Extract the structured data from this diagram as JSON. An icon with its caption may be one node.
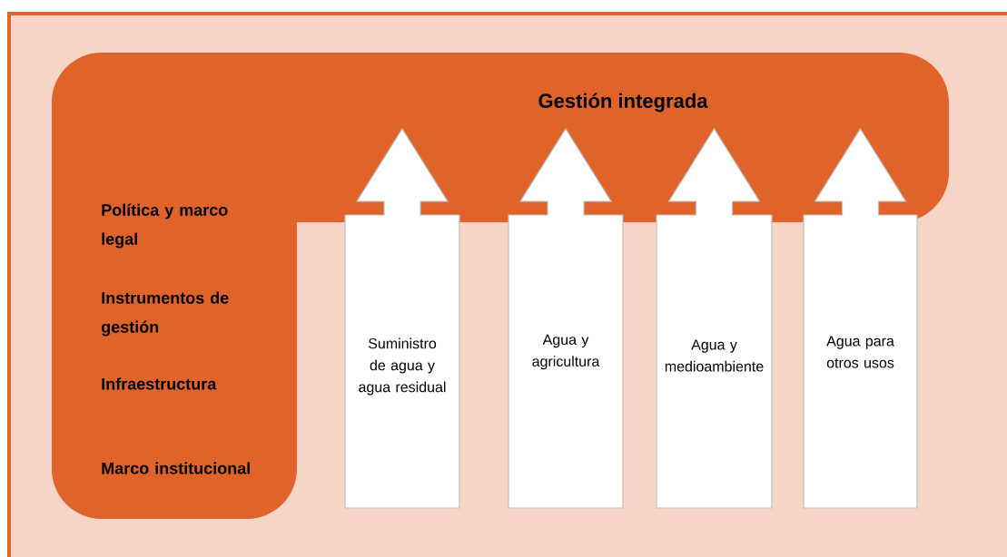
{
  "diagram": {
    "nodes": [
      {
        "text": [
          "Gestión integrada",
          "Política y marco legal",
          "Instrumentos de gestión",
          "Infraestructura",
          "Marco institucional"
        ]
      },
      {
        "text": [
          "Suministro de agua y agua residual"
        ]
      },
      {
        "text": [
          "Agua y agricultura"
        ]
      },
      {
        "text": [
          "Agua y medioambiente"
        ]
      },
      {
        "text": [
          "Agua para otros usos"
        ]
      }
    ]
  }
}
